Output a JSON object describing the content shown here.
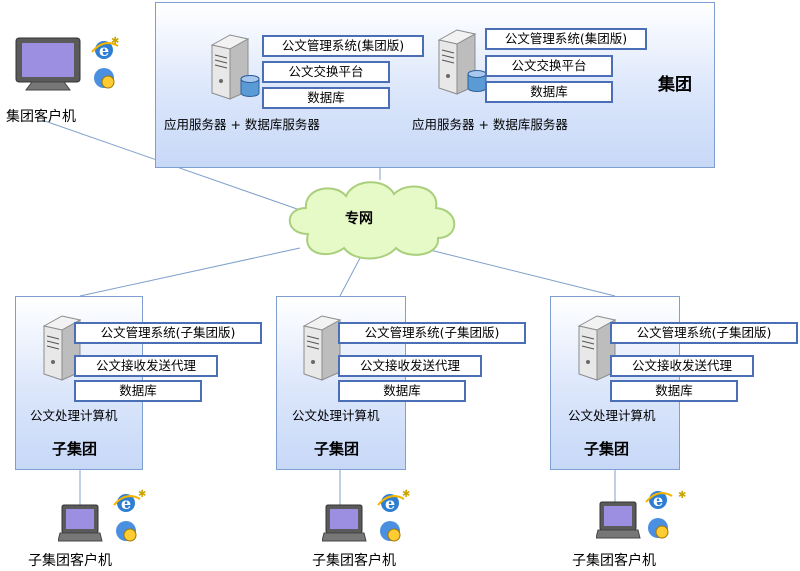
{
  "group": {
    "title": "集团",
    "servers": [
      {
        "tags": [
          "公文管理系统(集团版)",
          "公文交换平台",
          "数据库"
        ],
        "caption": "应用服务器 + 数据库服务器"
      },
      {
        "tags": [
          "公文管理系统(集团版)",
          "公文交换平台",
          "数据库"
        ],
        "caption": "应用服务器 + 数据库服务器"
      }
    ],
    "client_label": "集团客户机"
  },
  "network": {
    "label": "专网"
  },
  "subgroups": [
    {
      "title": "子集团",
      "tags": [
        "公文管理系统(子集团版)",
        "公文接收发送代理",
        "数据库"
      ],
      "caption": "公文处理计算机",
      "client_label": "子集团客户机"
    },
    {
      "title": "子集团",
      "tags": [
        "公文管理系统(子集团版)",
        "公文接收发送代理",
        "数据库"
      ],
      "caption": "公文处理计算机",
      "client_label": "子集团客户机"
    },
    {
      "title": "子集团",
      "tags": [
        "公文管理系统(子集团版)",
        "公文接收发送代理",
        "数据库"
      ],
      "caption": "公文处理计算机",
      "client_label": "子集团客户机"
    }
  ],
  "colors": {
    "panel_border": "#7f9fd3",
    "tag_border": "#4a6fb7",
    "cloud_fill": "#e6fac8",
    "cloud_stroke": "#a9cf7c",
    "line": "#7fa0cc"
  }
}
